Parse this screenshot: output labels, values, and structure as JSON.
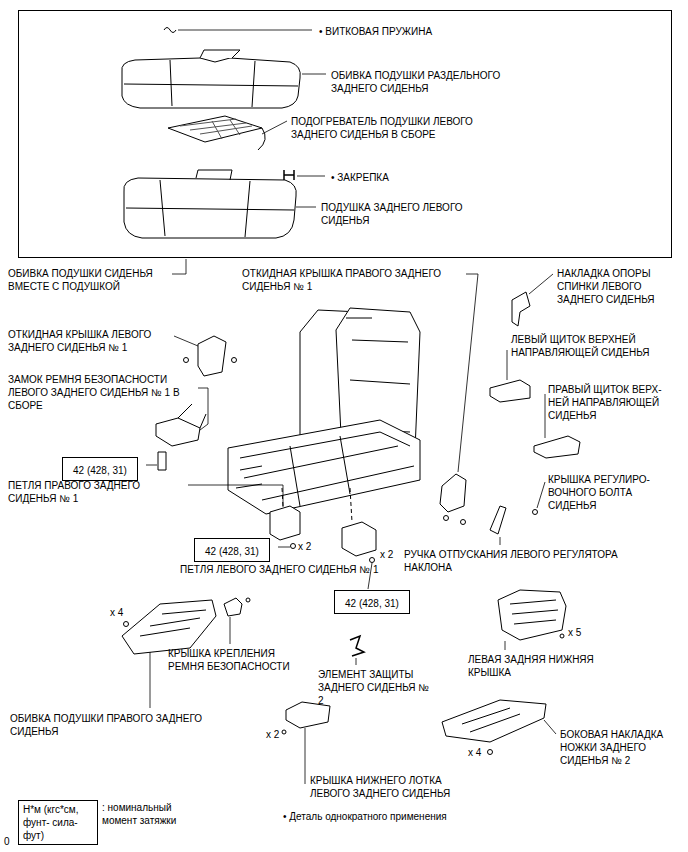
{
  "diagram": {
    "nodes": [
      {
        "text": [
          "• ВИТКОВАЯ ПРУЖИНА",
          "ОБИВКА ПОДУШКИ РАЗДЕЛЬНОГО ЗАДНЕГО СИДЕНЬЯ",
          "ПОДОГРЕВАТЕЛЬ ПОДУШКИ ЛЕВОГО ЗАДНЕГО СИДЕНЬЯ В СБОРЕ",
          "• ЗАКРЕПКА",
          "ПОДУШКА ЗАДНЕГО ЛЕВОГО СИДЕНЬЯ"
        ]
      },
      {
        "text": [
          "42 (428, 31)"
        ]
      },
      {
        "text": [
          "42 (428, 31)"
        ]
      },
      {
        "text": [
          "42 (428, 31)"
        ]
      },
      {
        "text": [
          "Н*м (кгс*см, фунт- сила-фут)"
        ]
      }
    ],
    "labels": [
      "ОБИВКА ПОДУШКИ СИДЕНЬЯ ВМЕСТЕ С ПОДУШКОЙ",
      "ОТКИДНАЯ КРЫШКА ПРАВОГО ЗАДНЕГО СИДЕНЬЯ № 1",
      "НАКЛАДКА ОПОРЫ СПИНКИ ЛЕВОГО ЗАДНЕГО СИДЕНЬЯ",
      "ОТКИДНАЯ КРЫШКА ЛЕВОГО ЗАДНЕГО СИДЕНЬЯ № 1",
      "ЛЕВЫЙ ЩИТОК ВЕРХНЕЙ НАПРАВЛЯЮЩЕЙ СИДЕНЬЯ",
      "ЗАМОК РЕМНЯ БЕЗОПАСНОСТИ ЛЕВОГО ЗАДНЕГО СИДЕНЬЯ № 1 В СБОРЕ",
      "ПРАВЫЙ ЩИТОК ВЕРХ- НЕЙ НАПРАВЛЯЮЩЕЙ СИДЕНЬЯ",
      "ПЕТЛЯ ПРАВОГО ЗАДНЕГО СИДЕНЬЯ № 1",
      "КРЫШКА РЕГУЛИРО- ВОЧНОГО БОЛТА СИДЕНЬЯ",
      "x 2",
      "ПЕТЛЯ ЛЕВОГО ЗАДНЕГО СИДЕНЬЯ № 1",
      "x 2",
      "РУЧКА ОТПУСКАНИЯ ЛЕВОГО РЕГУЛЯТОРА НАКЛОНА",
      "x 4",
      "КРЫШКА КРЕПЛЕНИЯ РЕМНЯ БЕЗОПАСНОСТИ",
      "x 5",
      "ЛЕВАЯ ЗАДНЯЯ НИЖНЯЯ КРЫШКА",
      "ЭЛЕМЕНТ ЗАЩИТЫ ЗАДНЕГО СИДЕНЬЯ № 2",
      "ОБИВКА ПОДУШКИ ПРАВОГО ЗАДНЕГО СИДЕНЬЯ",
      "x 2",
      "x 4",
      "БОКОВАЯ НАКЛАДКА НОЖКИ ЗАДНЕГО СИДЕНЬЯ № 2",
      "КРЫШКА НИЖНЕГО ЛОТКА ЛЕВОГО ЗАДНЕГО СИДЕНЬЯ",
      ": номинальный момент затяжки",
      "• Деталь однократного применения",
      "0"
    ]
  }
}
